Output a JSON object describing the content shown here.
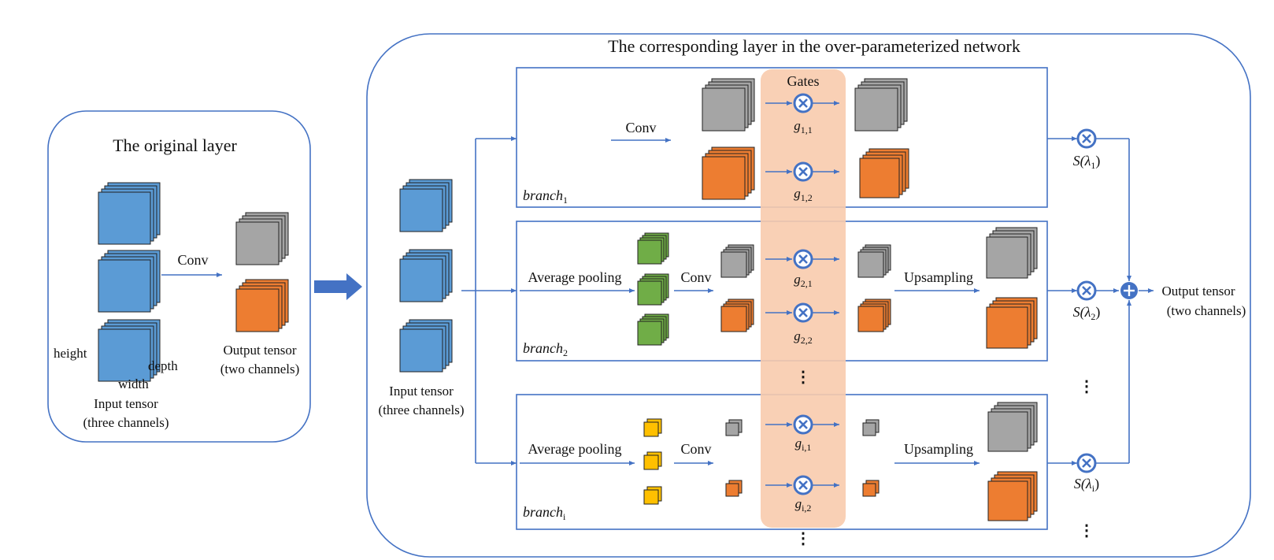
{
  "colors": {
    "border": "#4472C4",
    "blue": "#5B9BD5",
    "gray": "#A5A5A5",
    "orange": "#ED7D31",
    "green": "#70AD47",
    "yellow": "#FFC000",
    "gates_band": "#F8CBAD",
    "big_arrow": "#4472C4"
  },
  "original": {
    "title": "The original layer",
    "conv": "Conv",
    "height": "height",
    "width": "width",
    "depth": "depth",
    "input_line1": "Input tensor",
    "input_line2": "(three channels)",
    "output_line1": "Output tensor",
    "output_line2": "(two channels)"
  },
  "over": {
    "title": "The corresponding layer in the over-parameterized network",
    "input_line1": "Input tensor",
    "input_line2": "(three channels)",
    "output_line1": "Output tensor",
    "output_line2": "(two channels)",
    "gates": "Gates",
    "b1": {
      "name": "branch",
      "sub": "1",
      "conv": "Conv",
      "g1": "g",
      "g1sub": "1,1",
      "g2": "g",
      "g2sub": "1,2",
      "s": "S(λ",
      "ssub": "1",
      "sclose": ")"
    },
    "b2": {
      "name": "branch",
      "sub": "2",
      "pool": "Average pooling",
      "conv": "Conv",
      "up": "Upsampling",
      "g1": "g",
      "g1sub": "2,1",
      "g2": "g",
      "g2sub": "2,2",
      "s": "S(λ",
      "ssub": "2",
      "sclose": ")"
    },
    "bi": {
      "name": "branch",
      "sub": "i",
      "pool": "Average pooling",
      "conv": "Conv",
      "up": "Upsampling",
      "g1": "g",
      "g1sub": "i,1",
      "g2": "g",
      "g2sub": "i,2",
      "s": "S(λ",
      "ssub": "i",
      "sclose": ")"
    },
    "dots": "⋮"
  }
}
